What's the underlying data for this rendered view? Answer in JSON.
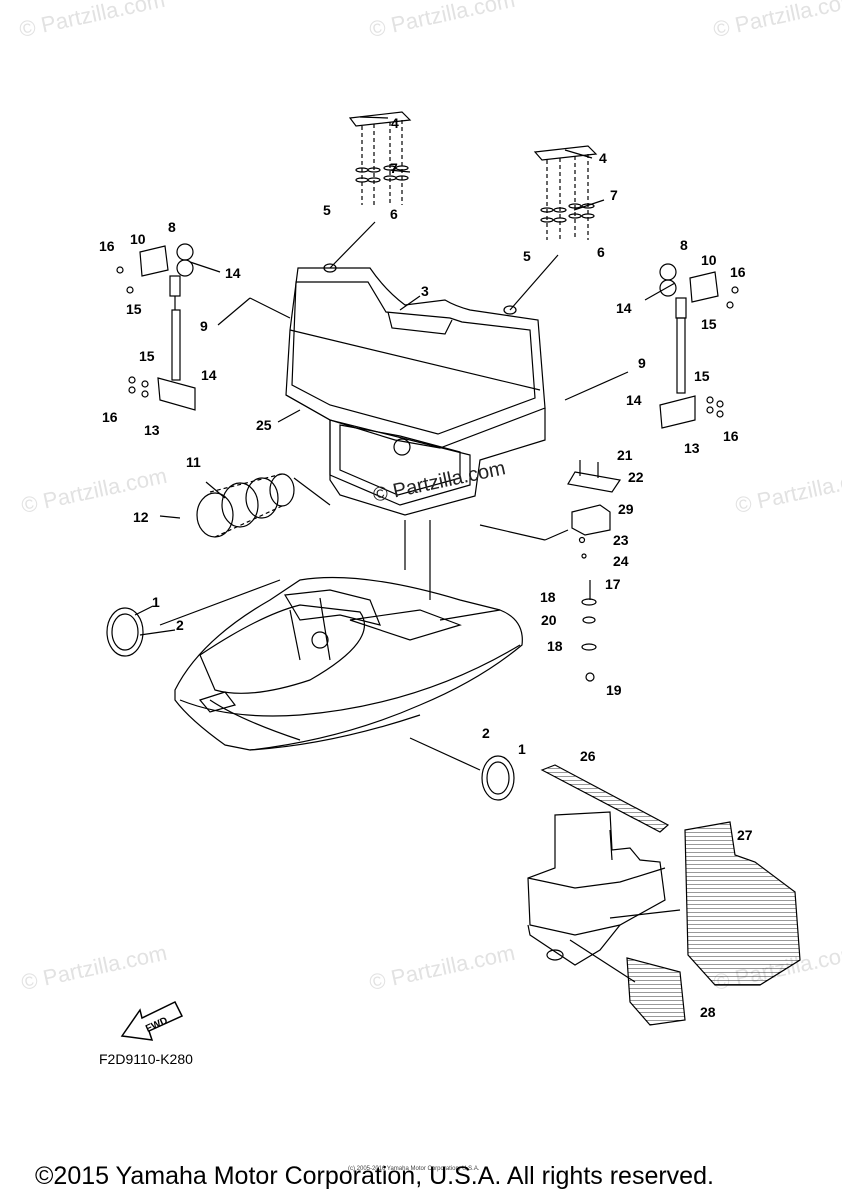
{
  "watermarks": [
    "© Partzilla.com",
    "© Partzilla.com",
    "© Partzilla.com",
    "© Partzilla.com",
    "© Partzilla.com",
    "© Partzilla.com",
    "© Partzilla.com",
    "© Partzilla.com",
    "© Partzilla.com"
  ],
  "center_watermark": "© Partzilla.com",
  "callouts": [
    "1",
    "2",
    "3",
    "4",
    "5",
    "6",
    "7",
    "8",
    "9",
    "10",
    "11",
    "12",
    "13",
    "14",
    "15",
    "16",
    "17",
    "18",
    "19",
    "20",
    "21",
    "22",
    "23",
    "24",
    "25",
    "26",
    "27",
    "28",
    "29"
  ],
  "fwd_label": "FWD",
  "diagram_code": "F2D9110-K280",
  "small_copyright": "(c) 2005-2016 Yamaha Motor Corporation, U.S.A.",
  "copyright": "©2015 Yamaha Motor Corporation, U.S.A. All rights reserved."
}
